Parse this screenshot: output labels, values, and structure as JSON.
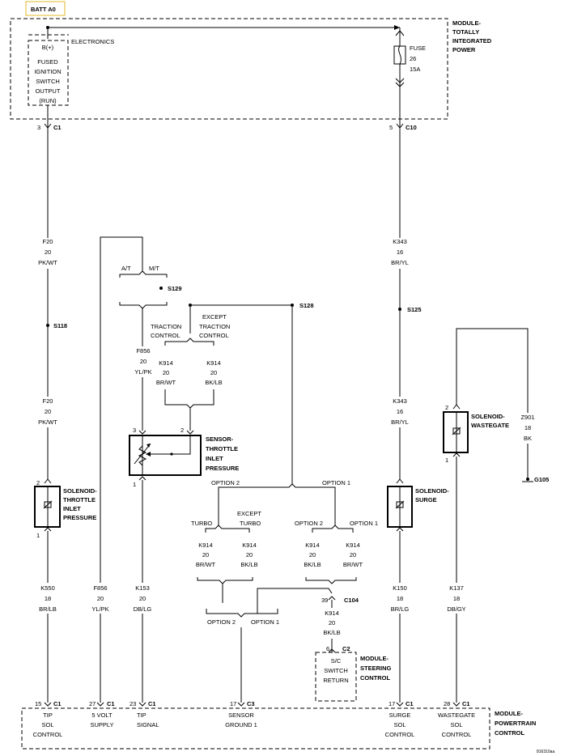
{
  "batt_label": "BATT A0",
  "electronics": "ELECTRONICS",
  "fused_box": [
    "B(+)",
    "FUSED",
    "IGNITION",
    "SWITCH",
    "OUTPUT",
    "(RUN)"
  ],
  "tipm": [
    "MODULE-",
    "TOTALLY",
    "INTEGRATED",
    "POWER"
  ],
  "fuse": [
    "FUSE",
    "26",
    "15A"
  ],
  "conn_c1_top": {
    "pin": "3",
    "name": "C1"
  },
  "conn_c10": {
    "pin": "5",
    "name": "C10"
  },
  "wire_f20_top": [
    "F20",
    "20",
    "PK/WT"
  ],
  "wire_f20_bot": [
    "F20",
    "20",
    "PK/WT"
  ],
  "wire_k343_top": [
    "K343",
    "16",
    "BR/YL"
  ],
  "wire_k343_bot": [
    "K343",
    "16",
    "BR/YL"
  ],
  "splice_s118": "S118",
  "splice_s129": "S129",
  "splice_s128": "S128",
  "splice_s125": "S125",
  "at": "A/T",
  "mt": "M/T",
  "traction": [
    "TRACTION",
    "CONTROL"
  ],
  "except_traction": [
    "EXCEPT",
    "TRACTION",
    "CONTROL"
  ],
  "wire_f856_mid": [
    "F856",
    "20",
    "YL/PK"
  ],
  "wire_k914_brwt_a": [
    "K914",
    "20",
    "BR/WT"
  ],
  "wire_k914_bklb_a": [
    "K914",
    "20",
    "BK/LB"
  ],
  "sensor_pin3": "3",
  "sensor_pin2": "2",
  "sensor_pin1": "1",
  "sensor_label": [
    "SENSOR-",
    "THROTTLE",
    "INLET",
    "PRESSURE"
  ],
  "sol_tip_pin2": "2",
  "sol_tip_pin1": "1",
  "sol_tip_label": [
    "SOLENOID-",
    "THROTTLE",
    "INLET",
    "PRESSURE"
  ],
  "option2_top": "OPTION 2",
  "option1_top": "OPTION 1",
  "turbo": "TURBO",
  "except_turbo": [
    "EXCEPT",
    "TURBO"
  ],
  "option2_b": "OPTION 2",
  "option1_b": "OPTION 1",
  "wire_k914_brwt_b": [
    "K914",
    "20",
    "BR/WT"
  ],
  "wire_k914_bklb_b": [
    "K914",
    "20",
    "BK/LB"
  ],
  "wire_k914_bklb_c": [
    "K914",
    "20",
    "BK/LB"
  ],
  "wire_k914_brwt_c": [
    "K914",
    "20",
    "BR/WT"
  ],
  "option2_c": "OPTION 2",
  "option1_c": "OPTION 1",
  "conn_c104": {
    "pin": "39",
    "name": "C104"
  },
  "wire_k914_bklb_d": [
    "K914",
    "20",
    "BK/LB"
  ],
  "conn_c2": {
    "pin": "6",
    "name": "C2"
  },
  "sc_switch": [
    "S/C",
    "SWITCH",
    "RETURN"
  ],
  "steering_module": [
    "MODULE-",
    "STEERING",
    "CONTROL"
  ],
  "sol_surge_label": [
    "SOLENOID-",
    "SURGE"
  ],
  "sol_wg_pin2": "2",
  "sol_wg_pin1": "1",
  "sol_wg_label": [
    "SOLENOID-",
    "WASTEGATE"
  ],
  "wire_z901": [
    "Z901",
    "18",
    "BK"
  ],
  "ground_g105": "G105",
  "wire_k550": [
    "K550",
    "18",
    "BR/LB"
  ],
  "wire_f856_bot": [
    "F856",
    "20",
    "YL/PK"
  ],
  "wire_k153": [
    "K153",
    "20",
    "DB/LG"
  ],
  "wire_k150": [
    "K150",
    "18",
    "BR/LG"
  ],
  "wire_k137": [
    "K137",
    "18",
    "DB/GY"
  ],
  "pcm_pins": [
    {
      "pin": "15",
      "conn": "C1",
      "lines": [
        "TIP",
        "SOL",
        "CONTROL"
      ]
    },
    {
      "pin": "27",
      "conn": "C1",
      "lines": [
        "5 VOLT",
        "SUPPLY"
      ]
    },
    {
      "pin": "23",
      "conn": "C1",
      "lines": [
        "TIP",
        "SIGNAL"
      ]
    },
    {
      "pin": "17",
      "conn": "C3",
      "lines": [
        "SENSOR",
        "GROUND 1"
      ]
    },
    {
      "pin": "17",
      "conn": "C1",
      "lines": [
        "SURGE",
        "SOL",
        "CONTROL"
      ]
    },
    {
      "pin": "28",
      "conn": "C1",
      "lines": [
        "WASTEGATE",
        "SOL",
        "CONTROL"
      ]
    }
  ],
  "pcm_label": [
    "MODULE-",
    "POWERTRAIN",
    "CONTROL"
  ],
  "figure_code": "816310aa"
}
